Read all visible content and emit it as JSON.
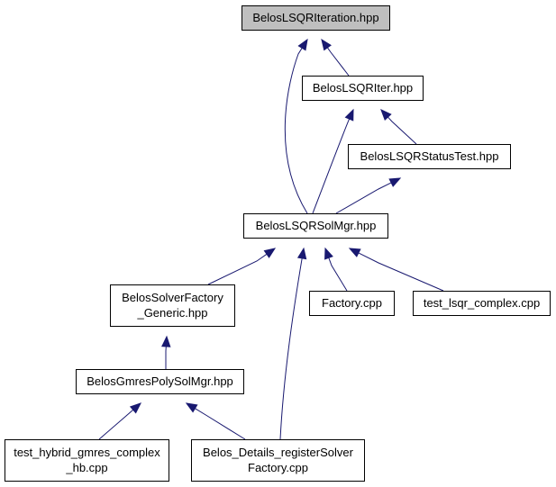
{
  "diagram": {
    "colors": {
      "edge": "#191970",
      "node_fill": "#ffffff",
      "root_fill": "#bfbfbf",
      "border": "#000000"
    },
    "nodes": [
      {
        "id": "n_iteration",
        "lines": [
          "BelosLSQRIteration.hpp"
        ],
        "highlighted": true
      },
      {
        "id": "n_iter",
        "lines": [
          "BelosLSQRIter.hpp"
        ]
      },
      {
        "id": "n_statustest",
        "lines": [
          "BelosLSQRStatusTest.hpp"
        ]
      },
      {
        "id": "n_solmgr",
        "lines": [
          "BelosLSQRSolMgr.hpp"
        ]
      },
      {
        "id": "n_factory_generic",
        "lines": [
          "BelosSolverFactory",
          "_Generic.hpp"
        ]
      },
      {
        "id": "n_factory_cpp",
        "lines": [
          "Factory.cpp"
        ]
      },
      {
        "id": "n_test_lsqr",
        "lines": [
          "test_lsqr_complex.cpp"
        ]
      },
      {
        "id": "n_gmrespoly",
        "lines": [
          "BelosGmresPolySolMgr.hpp"
        ]
      },
      {
        "id": "n_test_hybrid",
        "lines": [
          "test_hybrid_gmres_complex",
          "_hb.cpp"
        ]
      },
      {
        "id": "n_register",
        "lines": [
          "Belos_Details_registerSolver",
          "Factory.cpp"
        ]
      }
    ],
    "edges": [
      {
        "from": "n_iter",
        "to": "n_iteration"
      },
      {
        "from": "n_solmgr",
        "to": "n_iteration"
      },
      {
        "from": "n_statustest",
        "to": "n_iter"
      },
      {
        "from": "n_solmgr",
        "to": "n_iter"
      },
      {
        "from": "n_solmgr",
        "to": "n_statustest"
      },
      {
        "from": "n_factory_generic",
        "to": "n_solmgr"
      },
      {
        "from": "n_factory_cpp",
        "to": "n_solmgr"
      },
      {
        "from": "n_test_lsqr",
        "to": "n_solmgr"
      },
      {
        "from": "n_register",
        "to": "n_solmgr"
      },
      {
        "from": "n_gmrespoly",
        "to": "n_factory_generic"
      },
      {
        "from": "n_test_hybrid",
        "to": "n_gmrespoly"
      },
      {
        "from": "n_register",
        "to": "n_gmrespoly"
      }
    ]
  }
}
